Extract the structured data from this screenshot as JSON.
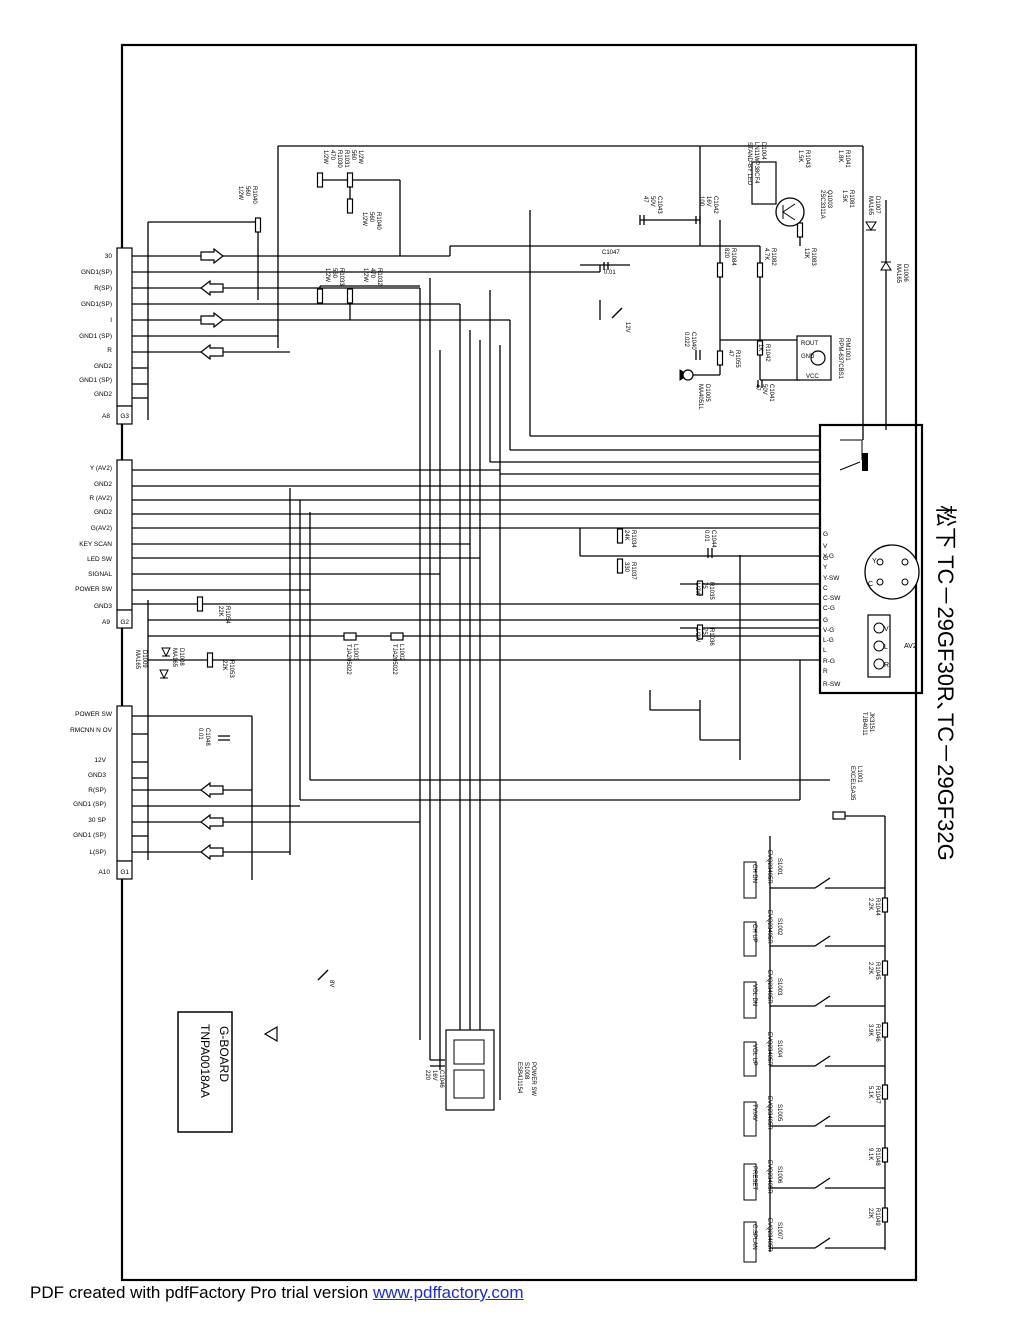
{
  "title": "松下 TC－29GF30R､TC－29GF32G",
  "board": {
    "name": "G-BOARD",
    "part": "TNPA0018AA"
  },
  "connectors": [
    {
      "id": "A8",
      "ref": "G3",
      "pins": [
        "30",
        "GND1(SP)",
        "R(SP)",
        "GND1(SP)",
        "I",
        "GND1 (SP)",
        "R",
        "GND2",
        "GND1 (SP)",
        "GND2"
      ]
    },
    {
      "id": "A9",
      "ref": "G2",
      "pins": [
        "Y (AV2)",
        "GND2",
        "R (AV2)",
        "GND2",
        "G(AV2)",
        "KEY SCAN",
        "LED SW",
        "SIGNAL",
        "POWER SW",
        "GND3"
      ]
    },
    {
      "id": "A10",
      "ref": "G1",
      "pins": [
        "POWER SW",
        "RMCNN N OV",
        "12V",
        "GND3",
        "R(SP)",
        "GND1 (SP)",
        "30 SP",
        "GND1 (SP)",
        "L(SP)"
      ]
    }
  ],
  "components": [
    {
      "ref": "R1030",
      "value": "470",
      "rating": "1/2W"
    },
    {
      "ref": "R1031",
      "value": "560",
      "rating": "1/2W"
    },
    {
      "ref": "R1040",
      "value": "560",
      "rating": "1/2W"
    },
    {
      "ref": "R1040",
      "value": "560",
      "rating": "1/2W"
    },
    {
      "ref": "R1032",
      "value": "470",
      "rating": "1/2W"
    },
    {
      "ref": "R1033",
      "value": "560",
      "rating": "1/2W"
    },
    {
      "ref": "D1004",
      "value": "LN11WP38CF4",
      "label": "STAND-BY LED"
    },
    {
      "ref": "R1043",
      "value": "1.5K"
    },
    {
      "ref": "R1041",
      "value": "1.8K"
    },
    {
      "ref": "Q1003",
      "value": "2SC3311A"
    },
    {
      "ref": "R1081",
      "value": "1.5K"
    },
    {
      "ref": "D1007",
      "value": "MA165"
    },
    {
      "ref": "C1043",
      "value": "47",
      "rating": "50V"
    },
    {
      "ref": "C1042",
      "value": "100",
      "rating": "16V"
    },
    {
      "ref": "C1047",
      "value": "0.01"
    },
    {
      "ref": "R1084",
      "value": "820"
    },
    {
      "ref": "R1082",
      "value": "4.7K"
    },
    {
      "ref": "R1083",
      "value": "12K"
    },
    {
      "ref": "D1006",
      "value": "MA165"
    },
    {
      "ref": "C1040",
      "value": "0.022"
    },
    {
      "ref": "R1055",
      "value": "47"
    },
    {
      "ref": "R1042",
      "value": "1K"
    },
    {
      "ref": "RM1001",
      "value": "RPM-637CBS1"
    },
    {
      "ref": "D1005",
      "value": "MA4051L"
    },
    {
      "ref": "C1041",
      "value": "47",
      "rating": "50V"
    },
    {
      "ref": "R1034",
      "value": "24K"
    },
    {
      "ref": "R1037",
      "value": "330"
    },
    {
      "ref": "C1044",
      "value": "0.01"
    },
    {
      "ref": "R1035",
      "value": "75",
      "rating": "1/2W"
    },
    {
      "ref": "R1036",
      "value": "75",
      "rating": "1/2W"
    },
    {
      "ref": "R1054",
      "value": "22K"
    },
    {
      "ref": "R1053",
      "value": "22K"
    },
    {
      "ref": "D1009",
      "value": "MA165"
    },
    {
      "ref": "D1008",
      "value": "MA165"
    },
    {
      "ref": "L1003",
      "value": "TJA205022"
    },
    {
      "ref": "L1002",
      "value": "TJA205022"
    },
    {
      "ref": "C1048",
      "value": "0.01"
    },
    {
      "ref": "L1001",
      "value": "EXCELSA35"
    },
    {
      "ref": "C1046",
      "value": "220",
      "rating": "16V"
    },
    {
      "ref": "S1008",
      "value": "ESB4J1154",
      "label": "POWER SW"
    },
    {
      "ref": "JK3151",
      "value": "TJB4011"
    }
  ],
  "labels": {
    "v12": "12V",
    "v8": "8V",
    "av2": "AV2",
    "rout": "ROUT",
    "gnd": "GND",
    "vcc": "VCC"
  },
  "av_terminal": [
    "G",
    "V",
    "G",
    "Y",
    "Y-G",
    "Y-SW",
    "C",
    "C-SW",
    "C-G",
    "G",
    "V-G",
    "L-G",
    "L",
    "R-G",
    "R",
    "R-SW"
  ],
  "svideo": [
    "Y",
    "C"
  ],
  "av2_jacks": [
    "V",
    "L",
    "R"
  ],
  "switches": [
    {
      "ref": "S1001",
      "part": "EVQ23405R",
      "label": "CH DN",
      "resistor": "R1044",
      "value": "2.2K"
    },
    {
      "ref": "S1002",
      "part": "EVQ23405R",
      "label": "CH UP",
      "resistor": "R1045",
      "value": "2.2K"
    },
    {
      "ref": "S1003",
      "part": "EVQ23405R",
      "label": "VOL DN",
      "resistor": "R1046",
      "value": "3.9K"
    },
    {
      "ref": "S1004",
      "part": "EVQ23405R",
      "label": "VOL UP",
      "resistor": "R1047",
      "value": "5.1K"
    },
    {
      "ref": "S1005",
      "part": "EVQ23405R",
      "label": "TV/AV",
      "resistor": "R1048",
      "value": "9.1K"
    },
    {
      "ref": "S1006",
      "part": "EVQ23405R",
      "label": "PRESET",
      "resistor": "R1049",
      "value": "22K"
    },
    {
      "ref": "S1007",
      "part": "EVQ23405R",
      "label": "C.SPLAN",
      "resistor": "",
      "value": ""
    }
  ],
  "footer": {
    "text": "PDF created with pdfFactory Pro trial version ",
    "link": "www.pdffactory.com"
  }
}
